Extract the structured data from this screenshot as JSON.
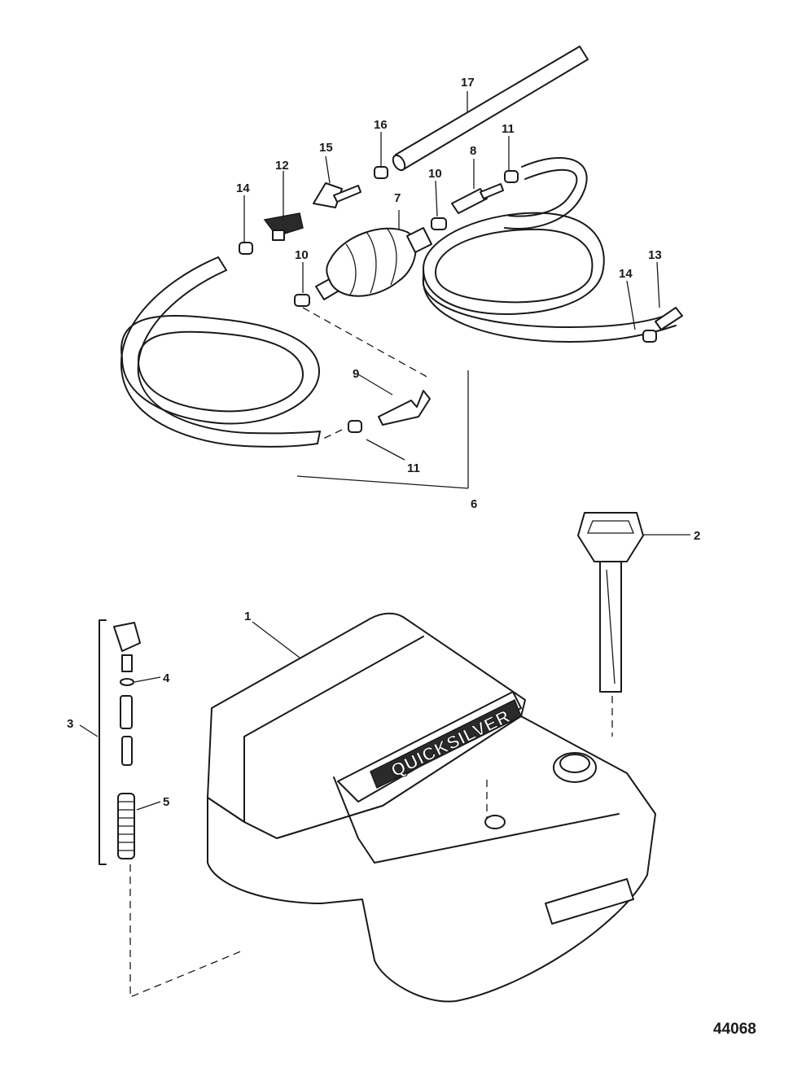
{
  "figure_number": "44068",
  "brand_text": "QUICKSILVER",
  "callouts": {
    "c1": "1",
    "c2": "2",
    "c3": "3",
    "c4": "4",
    "c5": "5",
    "c6": "6",
    "c7": "7",
    "c8": "8",
    "c9": "9",
    "c10a": "10",
    "c10b": "10",
    "c11a": "11",
    "c11b": "11",
    "c12": "12",
    "c13": "13",
    "c14a": "14",
    "c14b": "14",
    "c15": "15",
    "c16": "16",
    "c17": "17"
  }
}
